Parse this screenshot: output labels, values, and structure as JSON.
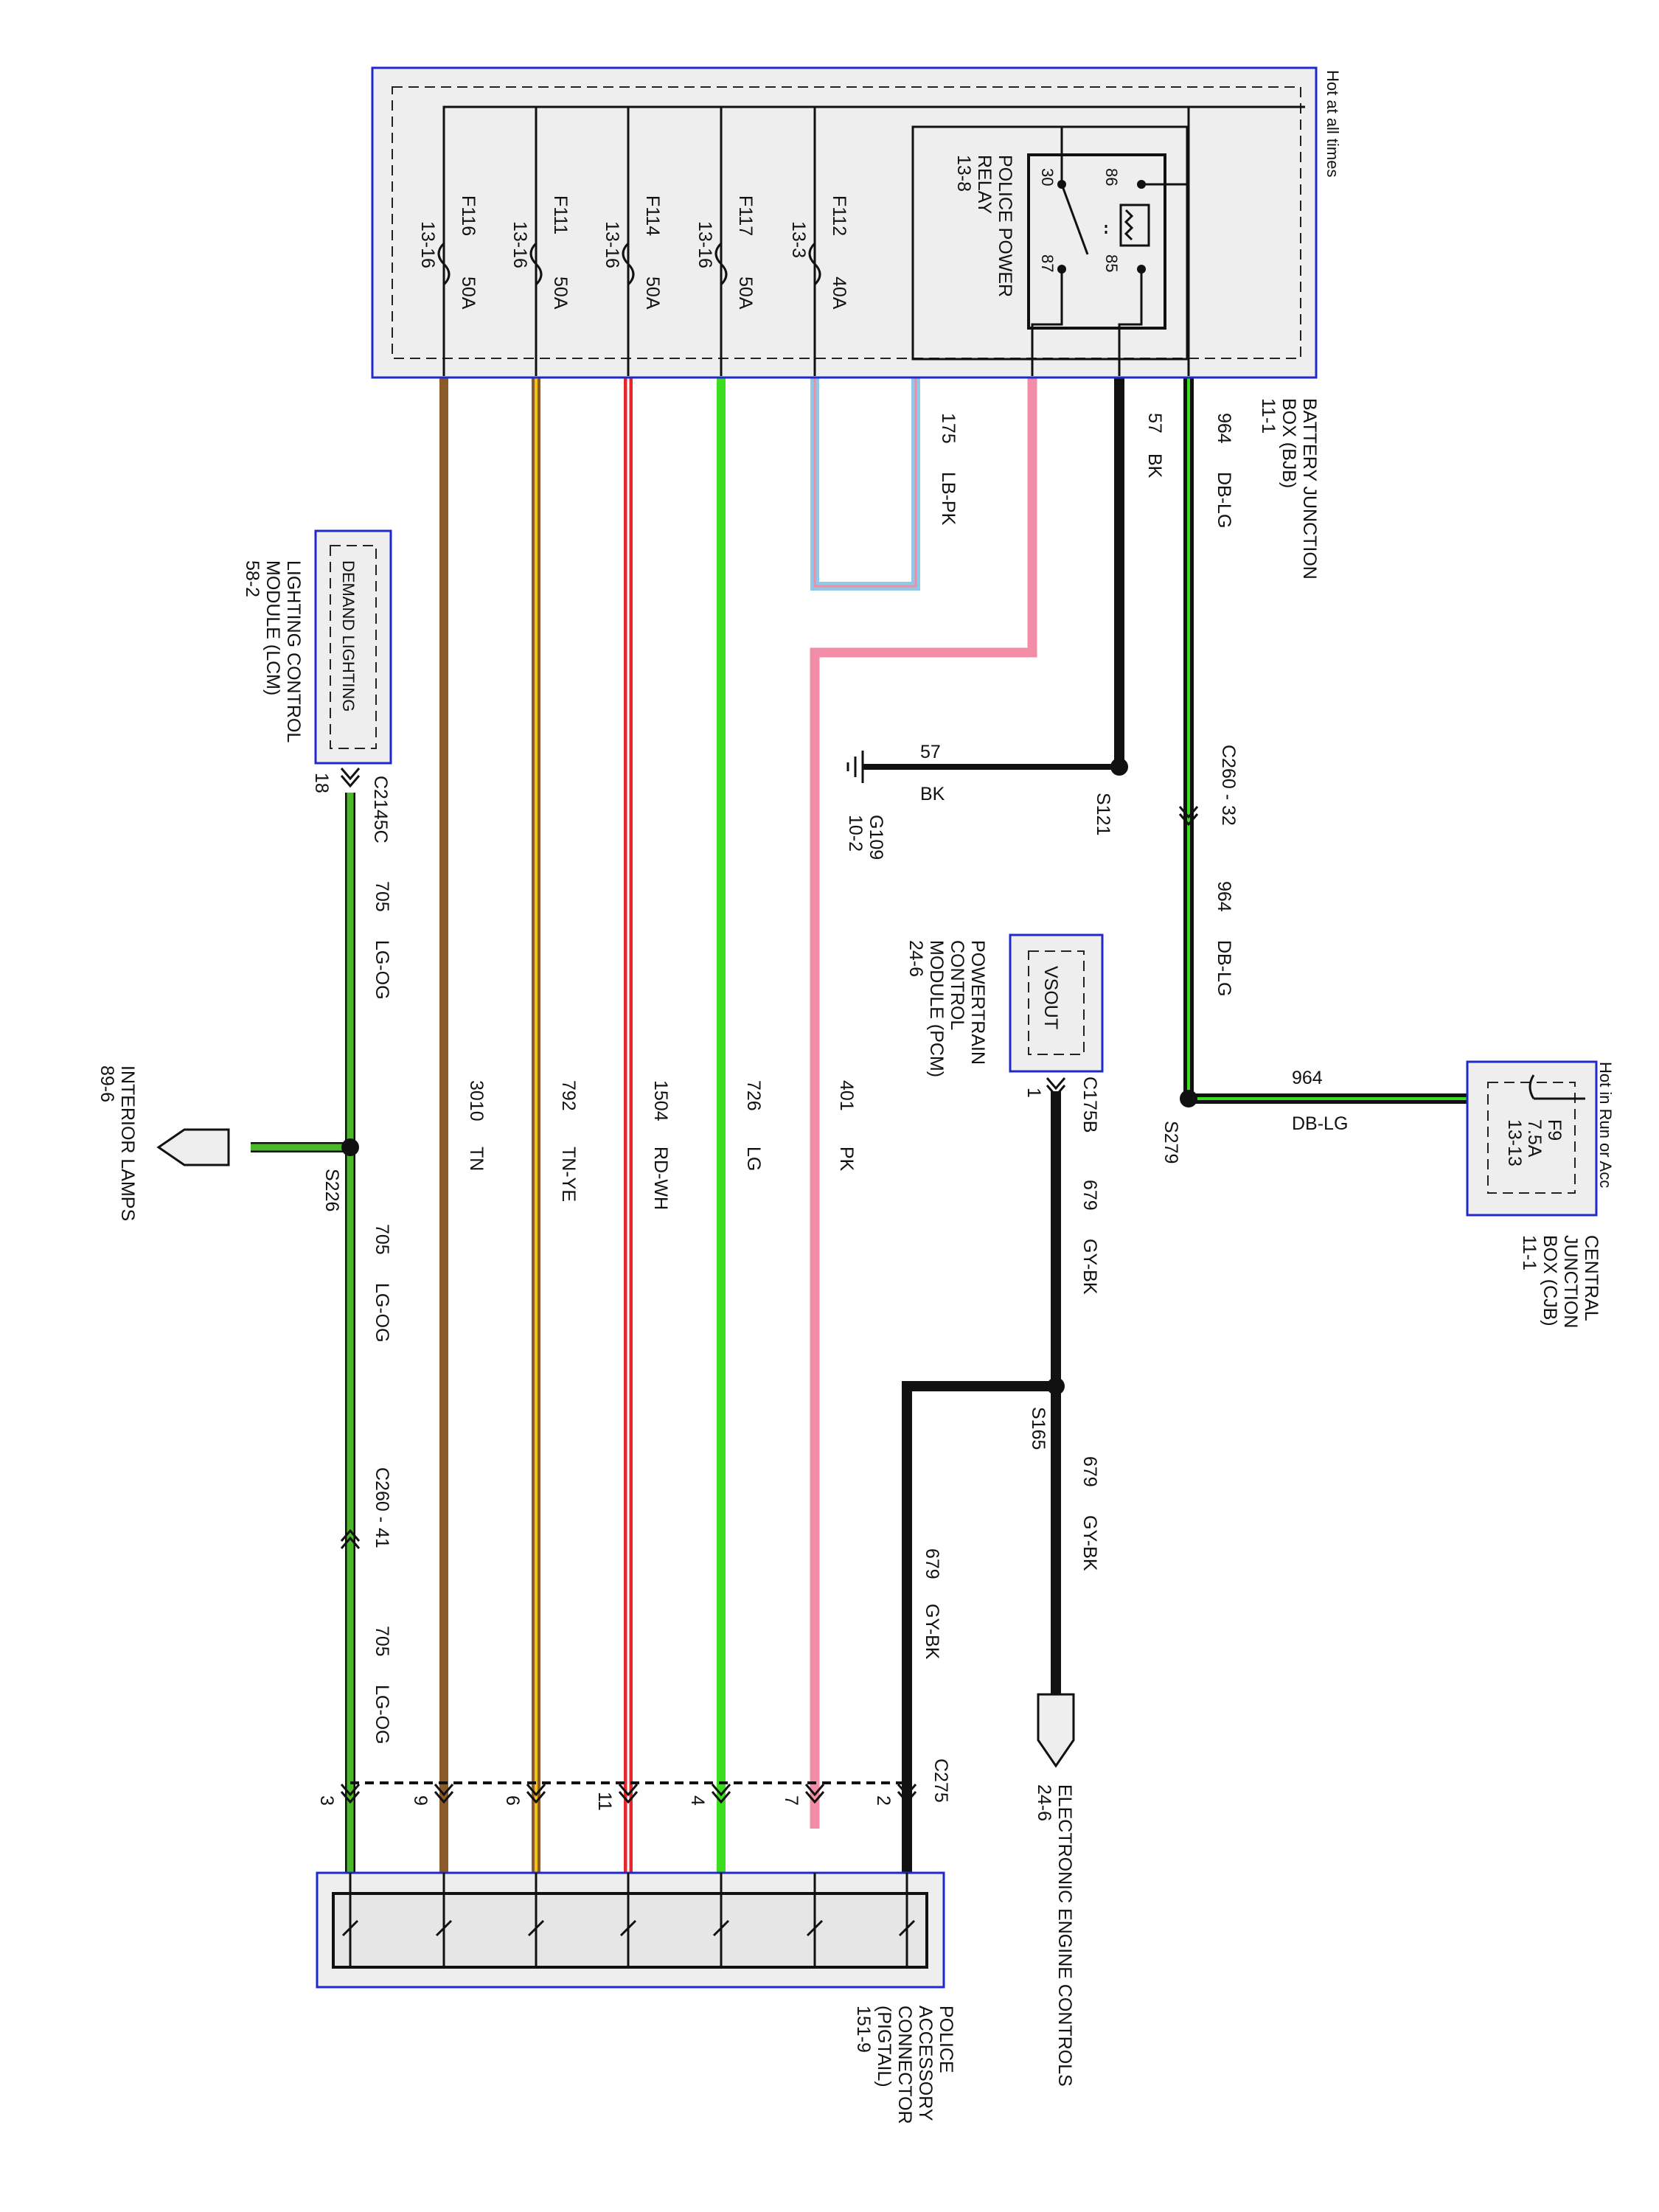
{
  "bjb": {
    "hot_label": "Hot at all times",
    "name_lines": [
      "BATTERY JUNCTION",
      "BOX (BJB)",
      "11-1"
    ],
    "relay": {
      "name_lines": [
        "POLICE POWER",
        "RELAY",
        "13-8"
      ],
      "pins": [
        "86",
        "85",
        "30",
        "87"
      ]
    },
    "fuses": [
      {
        "id": "F112",
        "amp": "40A",
        "ref": "13-3"
      },
      {
        "id": "F117",
        "amp": "50A",
        "ref": "13-16"
      },
      {
        "id": "F114",
        "amp": "50A",
        "ref": "13-16"
      },
      {
        "id": "F111",
        "amp": "50A",
        "ref": "13-16"
      },
      {
        "id": "F116",
        "amp": "50A",
        "ref": "13-16"
      }
    ]
  },
  "cjb": {
    "hot_label": "Hot in Run or Acc",
    "fuse": {
      "id": "F9",
      "amp": "7.5A",
      "ref": "13-13"
    },
    "name_lines": [
      "CENTRAL",
      "JUNCTION",
      "BOX (CJB)",
      "11-1"
    ]
  },
  "pcm": {
    "pin": "VSOUT",
    "name_lines": [
      "POWERTRAIN",
      "CONTROL",
      "MODULE (PCM)",
      "24-6"
    ],
    "connector": "C175B",
    "pin_no": "1"
  },
  "lcm": {
    "pin": "DEMAND LIGHTING",
    "name_lines": [
      "LIGHTING CONTROL",
      "MODULE (LCM)",
      "58-2"
    ],
    "connector": "C2145C",
    "pin_no": "18"
  },
  "ground": {
    "circuit": "57",
    "color": "BK",
    "id": "G109",
    "ref": "10-2"
  },
  "splices": {
    "s121": "S121",
    "s279": "S279",
    "s165": "S165",
    "s226": "S226"
  },
  "connectors": {
    "c260_32": "C260 - 32",
    "c260_41": "C260 - 41",
    "c275": "C275"
  },
  "c275_pins": [
    "2",
    "7",
    "4",
    "11",
    "6",
    "9",
    "3"
  ],
  "wires": {
    "w964": {
      "circuit": "964",
      "color": "DB-LG"
    },
    "w57": {
      "circuit": "57",
      "color": "BK"
    },
    "w175": {
      "circuit": "175",
      "color": "LB-PK"
    },
    "w401": {
      "circuit": "401",
      "color": "PK"
    },
    "w726": {
      "circuit": "726",
      "color": "LG"
    },
    "w1504": {
      "circuit": "1504",
      "color": "RD-WH"
    },
    "w792": {
      "circuit": "792",
      "color": "TN-YE"
    },
    "w3010": {
      "circuit": "3010",
      "color": "TN"
    },
    "w679": {
      "circuit": "679",
      "color": "GY-BK"
    },
    "w705": {
      "circuit": "705",
      "color": "LG-OG"
    }
  },
  "destinations": {
    "eec": [
      "ELECTRONIC ENGINE CONTROLS",
      "24-6"
    ],
    "interior": [
      "INTERIOR LAMPS",
      "89-6"
    ],
    "police_conn": [
      "POLICE",
      "ACCESSORY",
      "CONNECTOR",
      "(PIGTAIL)",
      "151-9"
    ]
  },
  "colors": {
    "box_border": "#1f29cc",
    "tan": "#8b5a2b",
    "tan_yellow": "#c99a10",
    "red": "#e8262b",
    "green": "#3ddc1e",
    "pink": "#f28ca7",
    "light_blue": "#8ec9e8",
    "dark_blue": "#1e3a8a",
    "black": "#111111",
    "lg_og": "#4cb82a"
  }
}
